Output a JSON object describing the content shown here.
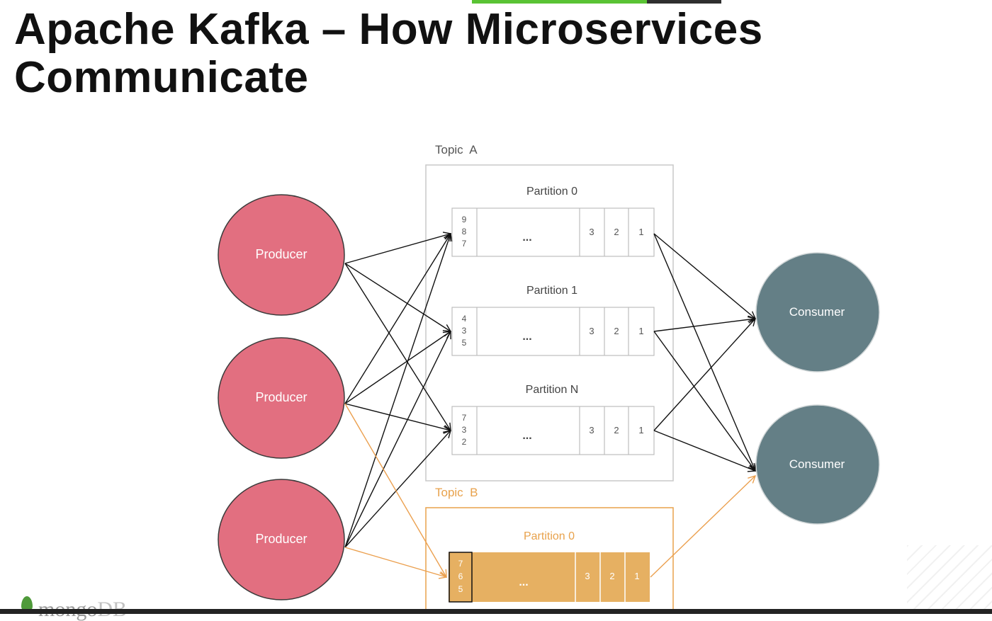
{
  "slide": {
    "title_line1": "Apache Kafka – How Microservices",
    "title_line2": "Communicate"
  },
  "colors": {
    "producer": "#e26f80",
    "consumer": "#647f86",
    "topic_a_border": "#c8c8c8",
    "topic_b": "#e8a24c",
    "partition_b_fill": "#e6b062",
    "arrow_black": "#111111",
    "arrow_orange": "#eba04f"
  },
  "logo": {
    "text_main": "mongo",
    "text_suffix": "DB"
  },
  "producers": [
    {
      "label": "Producer"
    },
    {
      "label": "Producer"
    },
    {
      "label": "Producer"
    }
  ],
  "consumers": [
    {
      "label": "Consumer"
    },
    {
      "label": "Consumer"
    }
  ],
  "topic_a": {
    "label": "Topic  A",
    "partitions": [
      {
        "label": "Partition 0",
        "head": [
          "9",
          "8",
          "7"
        ],
        "ellipsis": "...",
        "tail": [
          "3",
          "2",
          "1"
        ]
      },
      {
        "label": "Partition 1",
        "head": [
          "4",
          "3",
          "5"
        ],
        "ellipsis": "...",
        "tail": [
          "3",
          "2",
          "1"
        ]
      },
      {
        "label": "Partition N",
        "head": [
          "7",
          "3",
          "2"
        ],
        "ellipsis": "...",
        "tail": [
          "3",
          "2",
          "1"
        ]
      }
    ]
  },
  "topic_b": {
    "label": "Topic  B",
    "partitions": [
      {
        "label": "Partition 0",
        "head": [
          "7",
          "6",
          "5"
        ],
        "ellipsis": "...",
        "tail": [
          "3",
          "2",
          "1"
        ]
      }
    ]
  }
}
